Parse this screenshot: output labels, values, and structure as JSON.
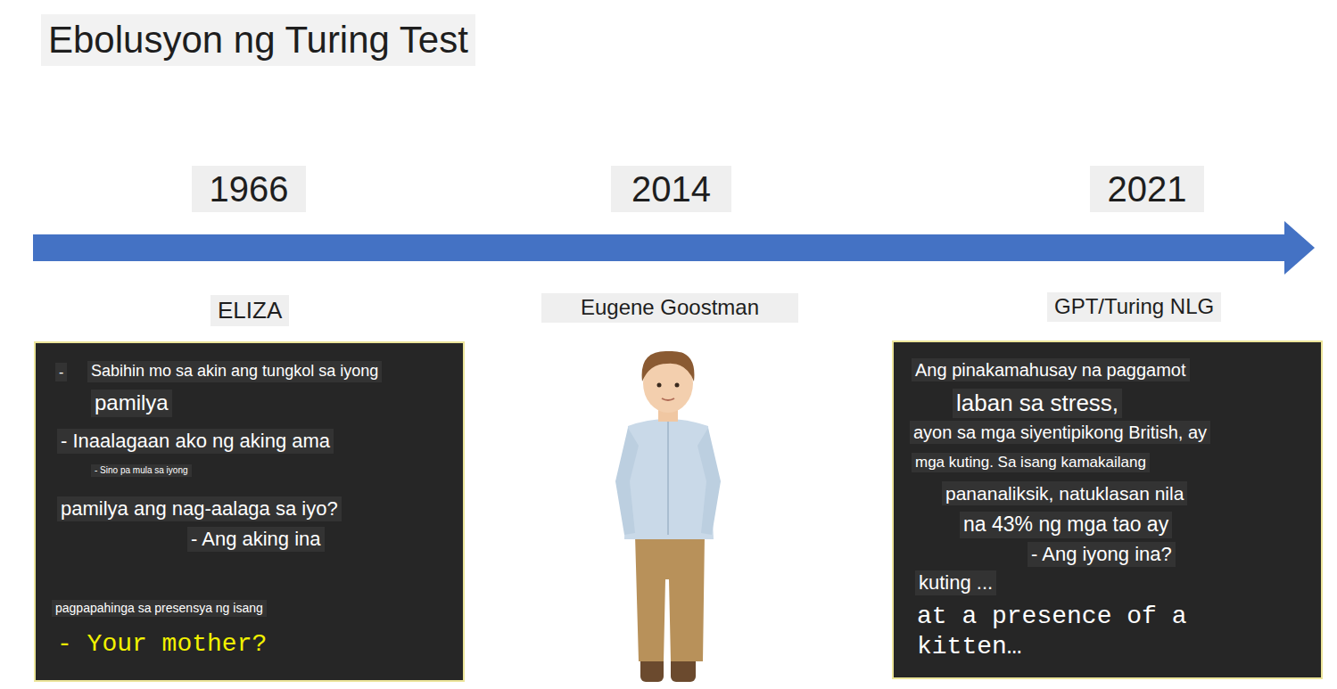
{
  "diagram": {
    "title": "Ebolusyon ng Turing Test",
    "nodes": [
      {
        "text": [
          "ELIZA",
          "-",
          "Sabihin mo sa akin ang tungkol sa iyong",
          "pamilya",
          "- Inaalagaan ako ng aking ama",
          "- Sino pa mula sa iyong",
          "pamilya ang nag-aalaga sa iyo?",
          "- Ang aking ina",
          "pagpapahinga sa presensya ng isang",
          "- Your mother?"
        ]
      },
      {
        "text": [
          "GPT/Turing NLG",
          "Ang pinakamahusay na paggamot",
          "laban sa stress,",
          "ayon sa mga siyentipikong British, ay",
          "mga kuting. Sa isang kamakailang",
          "pananaliksik, natuklasan nila",
          "na 43% ng mga tao ay",
          "- Ang iyong ina?",
          "kuting ...",
          "at a presence of a kitten…"
        ]
      }
    ],
    "labels": [
      "1966",
      "2014",
      "2021",
      "Eugene Goostman"
    ]
  }
}
